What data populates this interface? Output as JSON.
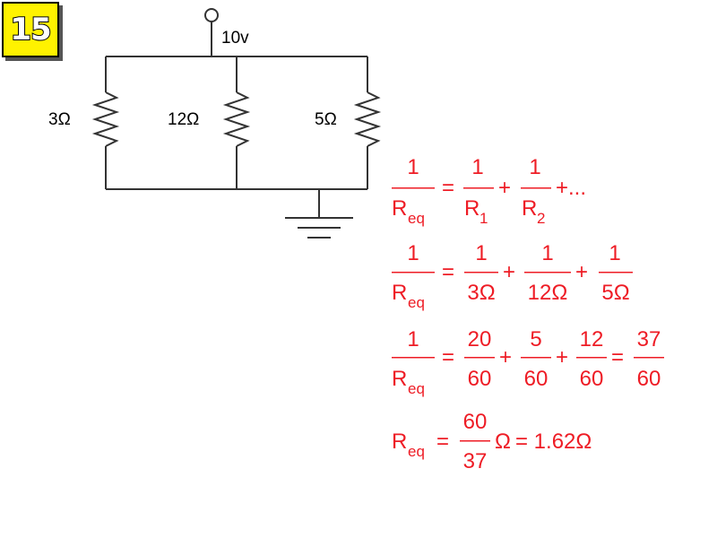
{
  "slide_number": "15",
  "circuit": {
    "source_label": "10v",
    "resistors": [
      "3Ω",
      "12Ω",
      "5Ω"
    ]
  },
  "equations": {
    "one": "1",
    "req": "R",
    "req_sub": "eq",
    "r": "R",
    "r1_sub": "1",
    "r2_sub": "2",
    "ellipsis": "+...",
    "line2_dens": [
      "3Ω",
      "12Ω",
      "5Ω"
    ],
    "line3_nums": [
      "20",
      "5",
      "12",
      "37"
    ],
    "line3_den": "60",
    "line4_num": "60",
    "line4_den": "37",
    "omega": "Ω",
    "result": "= 1.62Ω",
    "equals": "=",
    "plus": "+"
  },
  "colors": {
    "equation": "#ee1c25",
    "badge": "#fff200",
    "wire": "#333333"
  }
}
